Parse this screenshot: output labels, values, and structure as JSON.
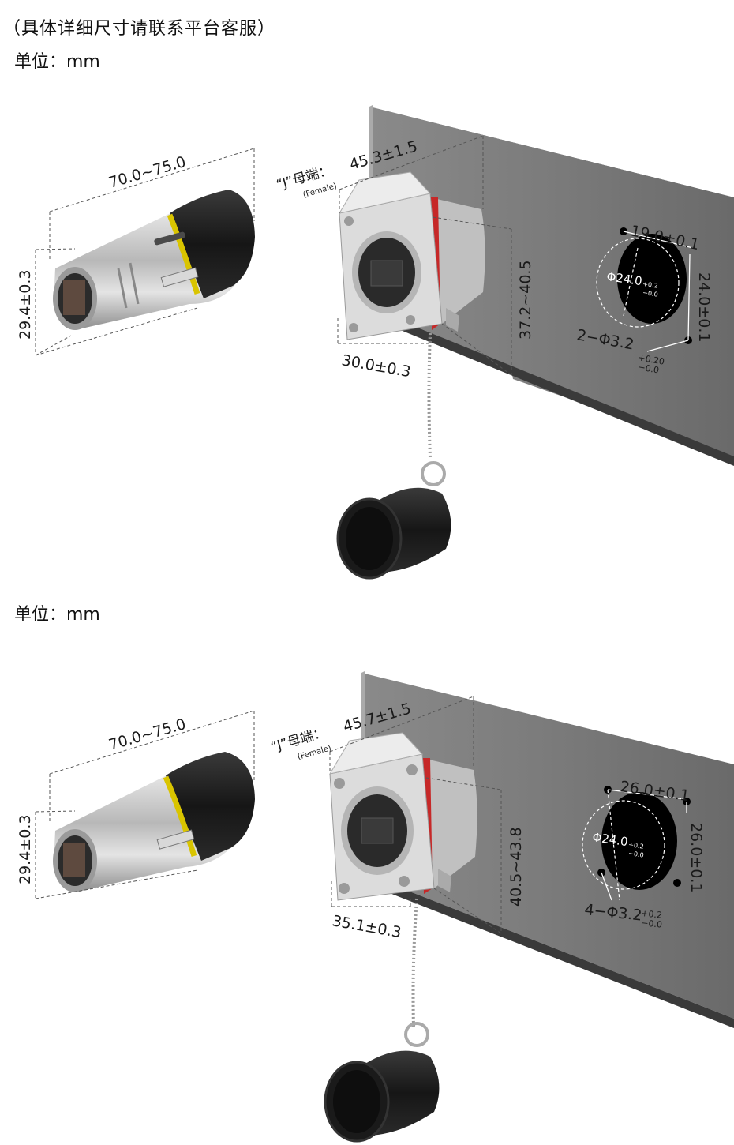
{
  "header": {
    "note": "（具体详细尺寸请联系平台客服）"
  },
  "sections": [
    {
      "unit": "单位：mm",
      "plug": {
        "length": "70.0~75.0",
        "diameter": "29.4±0.3"
      },
      "socket": {
        "type_label": "“J”母端：",
        "type_sub": "(Female)",
        "depth": "45.3±1.5",
        "height": "37.2~40.5",
        "width": "30.0±0.3"
      },
      "panel": {
        "hole_diameter": "Φ24.0",
        "hole_tol_plus": "+0.2",
        "hole_tol_minus": "−0.0",
        "spacing_h": "19.0±0.1",
        "spacing_v": "24.0±0.1",
        "mount_holes": "2−Φ3.2",
        "mount_tol_plus": "+0.20",
        "mount_tol_minus": "−0.0"
      }
    },
    {
      "unit": "单位：mm",
      "plug": {
        "length": "70.0~75.0",
        "diameter": "29.4±0.3"
      },
      "socket": {
        "type_label": "“J”母端：",
        "type_sub": "(Female)",
        "depth": "45.7±1.5",
        "height": "40.5~43.8",
        "width": "35.1±0.3"
      },
      "panel": {
        "hole_diameter": "Φ24.0",
        "hole_tol_plus": "+0.2",
        "hole_tol_minus": "−0.0",
        "spacing_h": "26.0±0.1",
        "spacing_v": "26.0±0.1",
        "mount_holes": "4−Φ3.2",
        "mount_tol_plus": "+0.2",
        "mount_tol_minus": "−0.0"
      }
    }
  ],
  "colors": {
    "panel": "#7a7a7a",
    "panel_edge": "#3a3a3a",
    "metal": "#c9c9c9",
    "black_rubber": "#1c1c1c",
    "seal_red": "#c62828",
    "ring_yellow": "#d9c400"
  }
}
